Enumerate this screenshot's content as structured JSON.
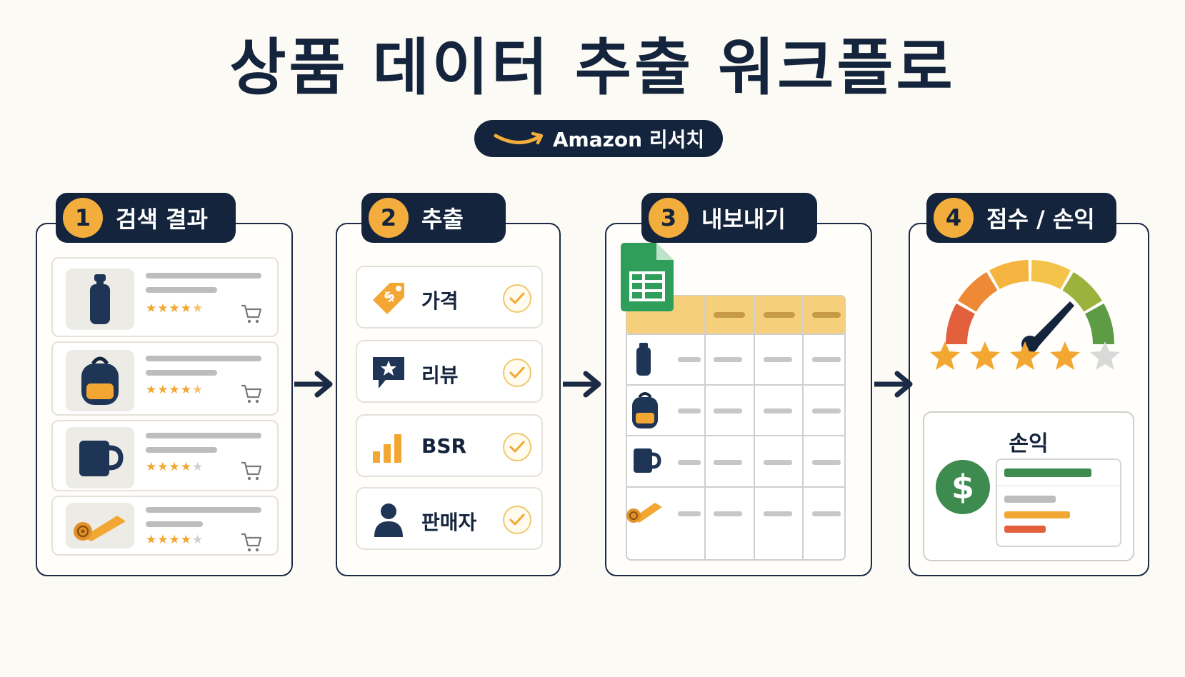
{
  "header": {
    "title": "상품 데이터 추출 워크플로",
    "subtitle": "Amazon 리서치"
  },
  "steps": [
    {
      "number": "1",
      "label": "검색 결과"
    },
    {
      "number": "2",
      "label": "추출"
    },
    {
      "number": "3",
      "label": "내보내기"
    },
    {
      "number": "4",
      "label": "점수 / 손익"
    }
  ],
  "search_results": [
    {
      "product": "bottle-icon",
      "rating": 4.5
    },
    {
      "product": "backpack-icon",
      "rating": 4.5
    },
    {
      "product": "mug-icon",
      "rating": 4
    },
    {
      "product": "yoga-mat-icon",
      "rating": 4
    }
  ],
  "extract_fields": [
    {
      "label": "가격",
      "icon": "price-tag-icon",
      "checked": true
    },
    {
      "label": "리뷰",
      "icon": "review-star-icon",
      "checked": true
    },
    {
      "label": "BSR",
      "icon": "bar-chart-icon",
      "checked": true
    },
    {
      "label": "판매자",
      "icon": "seller-person-icon",
      "checked": true
    }
  ],
  "export_rows": [
    "bottle-icon",
    "backpack-icon",
    "mug-icon",
    "yoga-mat-icon"
  ],
  "score": {
    "stars_filled": 4,
    "stars_total": 5,
    "gauge_colors": [
      "#e2603c",
      "#ee8a36",
      "#f4b43f",
      "#f4c34a",
      "#9bb33d",
      "#5d9c45"
    ]
  },
  "profit_loss": {
    "title": "손익",
    "symbol": "$"
  },
  "colors": {
    "navy": "#14243c",
    "accent": "#f3ad3d",
    "green": "#3d8b4f",
    "sheet_header": "#f6cf7c"
  }
}
